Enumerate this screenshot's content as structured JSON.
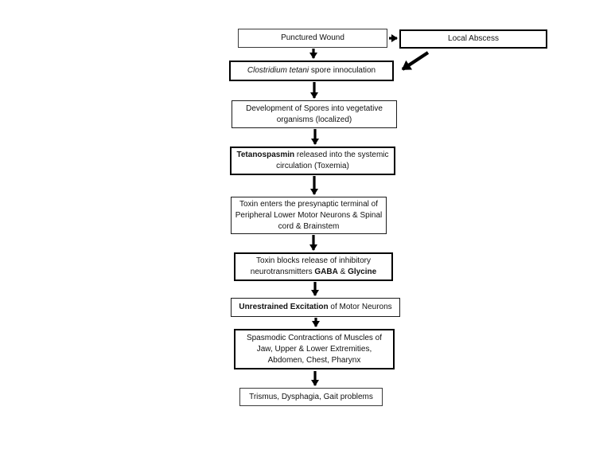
{
  "diagram": {
    "type": "flowchart",
    "topic": "Tetanus pathophysiology flow",
    "colors": {
      "background": "#ffffff",
      "box_border": "#000000",
      "text": "#111111",
      "arrow": "#000000"
    },
    "nodes": [
      {
        "id": "punctured-wound",
        "segments": [
          {
            "text": "Punctured Wound",
            "style": "normal"
          }
        ]
      },
      {
        "id": "local-abscess",
        "segments": [
          {
            "text": "Local Abscess",
            "style": "normal"
          }
        ]
      },
      {
        "id": "spore-inoculation",
        "segments": [
          {
            "text": "Clostridium tetani",
            "style": "italic"
          },
          {
            "text": " spore innoculation",
            "style": "normal"
          }
        ]
      },
      {
        "id": "spore-development",
        "segments": [
          {
            "text": "Development of Spores into vegetative organisms (localized)",
            "style": "normal"
          }
        ]
      },
      {
        "id": "tetanospasmin-release",
        "segments": [
          {
            "text": "Tetanospasmin",
            "style": "bold"
          },
          {
            "text": " released into the systemic circulation (Toxemia)",
            "style": "normal"
          }
        ]
      },
      {
        "id": "toxin-enters",
        "segments": [
          {
            "text": "Toxin enters the presynaptic terminal of Peripheral Lower Motor Neurons & Spinal cord & Brainstem",
            "style": "normal"
          }
        ]
      },
      {
        "id": "toxin-blocks",
        "segments": [
          {
            "text": "Toxin blocks release of inhibitory neurotransmitters ",
            "style": "normal"
          },
          {
            "text": "GABA",
            "style": "bold"
          },
          {
            "text": " & ",
            "style": "normal"
          },
          {
            "text": "Glycine",
            "style": "bold"
          }
        ]
      },
      {
        "id": "unrestrained-excitation",
        "segments": [
          {
            "text": "Unrestrained Excitation",
            "style": "bold"
          },
          {
            "text": " of Motor Neurons",
            "style": "normal"
          }
        ]
      },
      {
        "id": "spasmodic-contractions",
        "segments": [
          {
            "text": "Spasmodic Contractions of Muscles of Jaw, Upper & Lower Extremities, Abdomen, Chest, Pharynx",
            "style": "normal"
          }
        ]
      },
      {
        "id": "trismus-outcome",
        "segments": [
          {
            "text": "Trismus, Dysphagia, Gait problems",
            "style": "normal"
          }
        ]
      }
    ],
    "edges": [
      {
        "from": "punctured-wound",
        "to": "local-abscess"
      },
      {
        "from": "punctured-wound",
        "to": "spore-inoculation"
      },
      {
        "from": "local-abscess",
        "to": "spore-inoculation"
      },
      {
        "from": "spore-inoculation",
        "to": "spore-development"
      },
      {
        "from": "spore-development",
        "to": "tetanospasmin-release"
      },
      {
        "from": "tetanospasmin-release",
        "to": "toxin-enters"
      },
      {
        "from": "toxin-enters",
        "to": "toxin-blocks"
      },
      {
        "from": "toxin-blocks",
        "to": "unrestrained-excitation"
      },
      {
        "from": "unrestrained-excitation",
        "to": "spasmodic-contractions"
      },
      {
        "from": "spasmodic-contractions",
        "to": "trismus-outcome"
      }
    ]
  }
}
